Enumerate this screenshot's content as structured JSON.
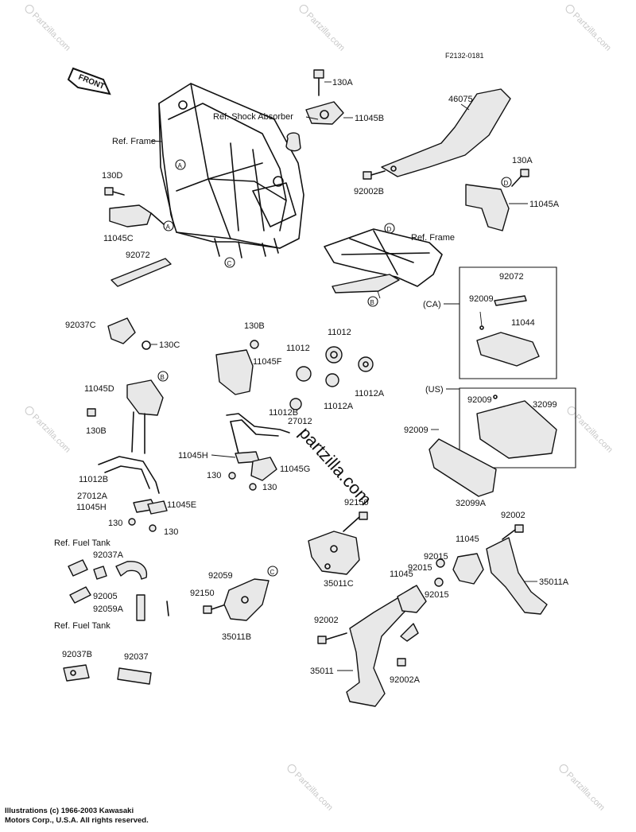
{
  "diagram_code": "F2132-0181",
  "front_label": "FRONT",
  "center_watermark": "partzilla.com",
  "corner_watermark": "Partzilla.com",
  "credit_line1": "Illustrations (c) 1966-2003 Kawasaki",
  "credit_line2": "Motors Corp., U.S.A.  All rights reserved.",
  "region_labels": {
    "ca": "(CA)",
    "us": "(US)"
  },
  "ref_labels": {
    "frame_left": "Ref. Frame",
    "shock": "Ref. Shock Absorber",
    "frame_right": "Ref. Frame",
    "fuel_tank_top": "Ref. Fuel Tank",
    "fuel_tank_bottom": "Ref. Fuel Tank"
  },
  "markers": {
    "a1": "A",
    "a2": "A",
    "b1": "B",
    "b2": "B",
    "c1": "C",
    "c2": "C",
    "d1": "D",
    "d2": "D"
  },
  "parts": {
    "p130a_top": "130A",
    "p11045b": "11045B",
    "p46075": "46075",
    "p130d": "130D",
    "p11045c": "11045C",
    "p92072_left": "92072",
    "p92002b": "92002B",
    "p130a_right": "130A",
    "p11045a": "11045A",
    "p92072_ca": "92072",
    "p92009_ca": "92009",
    "p11044": "11044",
    "p92037c": "92037C",
    "p130c": "130C",
    "p130b_top": "130B",
    "p11045f": "11045F",
    "p11012_a": "11012",
    "p11012_b": "11012",
    "p11012a_1": "11012A",
    "p11012a_2": "11012A",
    "p11012b_mid": "11012B",
    "p27012": "27012",
    "p11045d": "11045D",
    "p130b_left": "130B",
    "p92009_us": "92009",
    "p32099": "32099",
    "p92009_mid": "92009",
    "p32099a": "32099A",
    "p11045h_mid": "11045H",
    "p11045g": "11045G",
    "p130_mid1": "130",
    "p130_mid2": "130",
    "p11012b_left": "11012B",
    "p27012a": "27012A",
    "p11045h_left": "11045H",
    "p11045e": "11045E",
    "p130_left1": "130",
    "p130_left2": "130",
    "p92150_right": "92150",
    "p92002_right": "92002",
    "p11045_right": "11045",
    "p92037a": "92037A",
    "p92005": "92005",
    "p92059a": "92059A",
    "p92059": "92059",
    "p92150_left": "92150",
    "p35011b": "35011B",
    "p35011c": "35011C",
    "p92015_1": "92015",
    "p92015_2": "92015",
    "p11045_mid": "11045",
    "p92015_3": "92015",
    "p35011a": "35011A",
    "p92002_left": "92002",
    "p35011": "35011",
    "p92002a": "92002A",
    "p92037b": "92037B",
    "p92037": "92037"
  }
}
